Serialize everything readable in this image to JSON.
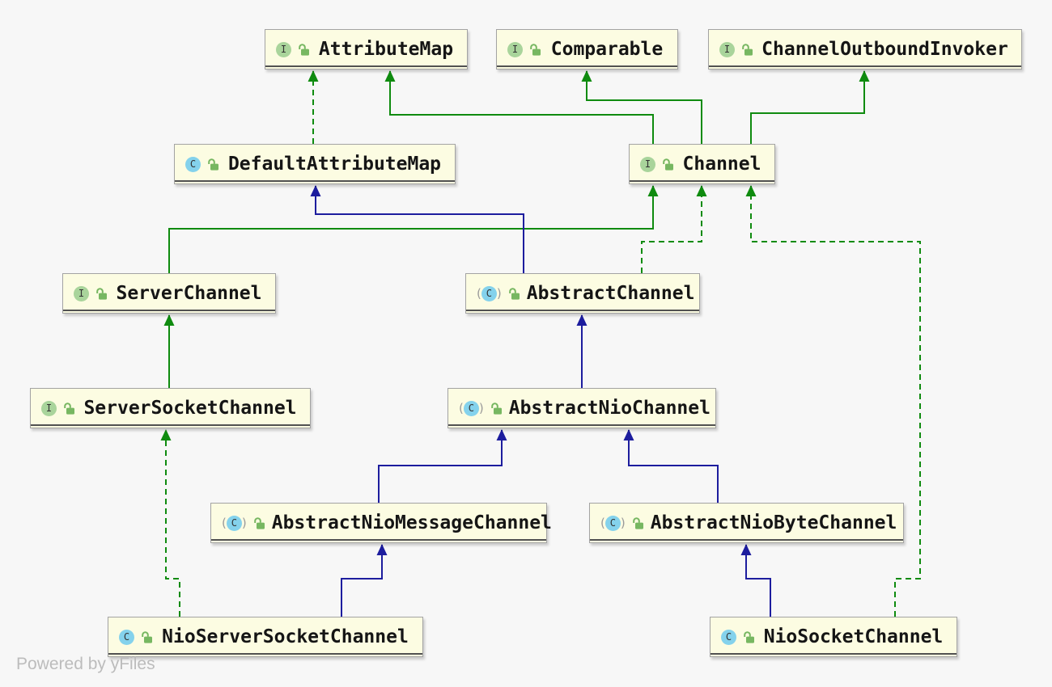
{
  "watermark": "Powered by yFiles",
  "diagram": {
    "icon_letters": {
      "interface": "I",
      "class": "C",
      "abstract_class": "C"
    },
    "abstract_marker": {
      "open": "(",
      "close": ")"
    },
    "colors": {
      "interface_edge_green": "#0f8b0f",
      "class_edge_navy": "#1d1d9e",
      "node_fill": "#fcfce2",
      "node_border": "#a3a3a3",
      "interface_icon_bg": "#a9d49b",
      "class_icon_bg": "#84d2ec",
      "background": "#f7f7f7"
    },
    "nodes": [
      {
        "id": "attribute-map",
        "label": "AttributeMap",
        "kind": "interface"
      },
      {
        "id": "comparable",
        "label": "Comparable",
        "kind": "interface"
      },
      {
        "id": "channel-outbound-invoker",
        "label": "ChannelOutboundInvoker",
        "kind": "interface"
      },
      {
        "id": "default-attribute-map",
        "label": "DefaultAttributeMap",
        "kind": "class"
      },
      {
        "id": "channel",
        "label": "Channel",
        "kind": "interface"
      },
      {
        "id": "server-channel",
        "label": "ServerChannel",
        "kind": "interface"
      },
      {
        "id": "abstract-channel",
        "label": "AbstractChannel",
        "kind": "abstract-class"
      },
      {
        "id": "server-socket-channel",
        "label": "ServerSocketChannel",
        "kind": "interface"
      },
      {
        "id": "abstract-nio-channel",
        "label": "AbstractNioChannel",
        "kind": "abstract-class"
      },
      {
        "id": "abstract-nio-message-channel",
        "label": "AbstractNioMessageChannel",
        "kind": "abstract-class"
      },
      {
        "id": "abstract-nio-byte-channel",
        "label": "AbstractNioByteChannel",
        "kind": "abstract-class"
      },
      {
        "id": "nio-server-socket-channel",
        "label": "NioServerSocketChannel",
        "kind": "class"
      },
      {
        "id": "nio-socket-channel",
        "label": "NioSocketChannel",
        "kind": "class"
      }
    ],
    "edges": [
      {
        "from": "Channel",
        "to": "AttributeMap",
        "relation": "extends",
        "style": "solid",
        "color": "green"
      },
      {
        "from": "Channel",
        "to": "Comparable",
        "relation": "extends",
        "style": "solid",
        "color": "green"
      },
      {
        "from": "Channel",
        "to": "ChannelOutboundInvoker",
        "relation": "extends",
        "style": "solid",
        "color": "green"
      },
      {
        "from": "ServerChannel",
        "to": "Channel",
        "relation": "extends",
        "style": "solid",
        "color": "green"
      },
      {
        "from": "ServerSocketChannel",
        "to": "ServerChannel",
        "relation": "extends",
        "style": "solid",
        "color": "green"
      },
      {
        "from": "DefaultAttributeMap",
        "to": "AttributeMap",
        "relation": "implements",
        "style": "dashed",
        "color": "green"
      },
      {
        "from": "AbstractChannel",
        "to": "Channel",
        "relation": "implements",
        "style": "dashed",
        "color": "green"
      },
      {
        "from": "NioSocketChannel",
        "to": "Channel",
        "relation": "implements",
        "style": "dashed",
        "color": "green"
      },
      {
        "from": "NioServerSocketChannel",
        "to": "ServerSocketChannel",
        "relation": "implements",
        "style": "dashed",
        "color": "green"
      },
      {
        "from": "AbstractChannel",
        "to": "DefaultAttributeMap",
        "relation": "extends",
        "style": "solid",
        "color": "navy"
      },
      {
        "from": "AbstractNioChannel",
        "to": "AbstractChannel",
        "relation": "extends",
        "style": "solid",
        "color": "navy"
      },
      {
        "from": "AbstractNioMessageChannel",
        "to": "AbstractNioChannel",
        "relation": "extends",
        "style": "solid",
        "color": "navy"
      },
      {
        "from": "AbstractNioByteChannel",
        "to": "AbstractNioChannel",
        "relation": "extends",
        "style": "solid",
        "color": "navy"
      },
      {
        "from": "NioServerSocketChannel",
        "to": "AbstractNioMessageChannel",
        "relation": "extends",
        "style": "solid",
        "color": "navy"
      },
      {
        "from": "NioSocketChannel",
        "to": "AbstractNioByteChannel",
        "relation": "extends",
        "style": "solid",
        "color": "navy"
      }
    ]
  }
}
